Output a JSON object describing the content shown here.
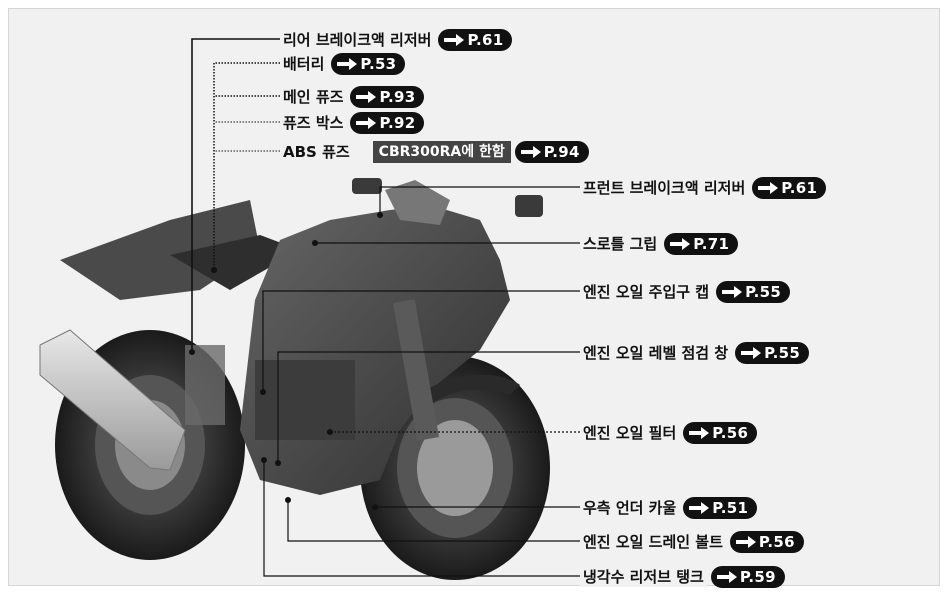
{
  "labels": [
    {
      "id": "rear-brake-reservoir",
      "text": "리어 브레이크액 리저버",
      "page": "P.61"
    },
    {
      "id": "battery",
      "text": "배터리",
      "page": "P.53"
    },
    {
      "id": "main-fuse",
      "text": "메인 퓨즈",
      "page": "P.93"
    },
    {
      "id": "fuse-box",
      "text": "퓨즈 박스",
      "page": "P.92"
    },
    {
      "id": "abs-fuse",
      "text": "ABS 퓨즈",
      "badge": "CBR300RA에 한함",
      "page": "P.94"
    },
    {
      "id": "front-brake-reservoir",
      "text": "프런트 브레이크액 리저버",
      "page": "P.61"
    },
    {
      "id": "throttle-grip",
      "text": "스로틀 그립",
      "page": "P.71"
    },
    {
      "id": "oil-filler-cap",
      "text": "엔진 오일 주입구 캡",
      "page": "P.55"
    },
    {
      "id": "oil-level-window",
      "text": "엔진 오일 레벨 점검 창",
      "page": "P.55"
    },
    {
      "id": "oil-filter",
      "text": "엔진 오일 필터",
      "page": "P.56"
    },
    {
      "id": "right-under-cowl",
      "text": "우측 언더 카울",
      "page": "P.51"
    },
    {
      "id": "oil-drain-bolt",
      "text": "엔진 오일 드레인 볼트",
      "page": "P.56"
    },
    {
      "id": "coolant-reservoir",
      "text": "냉각수 리저브 탱크",
      "page": "P.59"
    }
  ]
}
